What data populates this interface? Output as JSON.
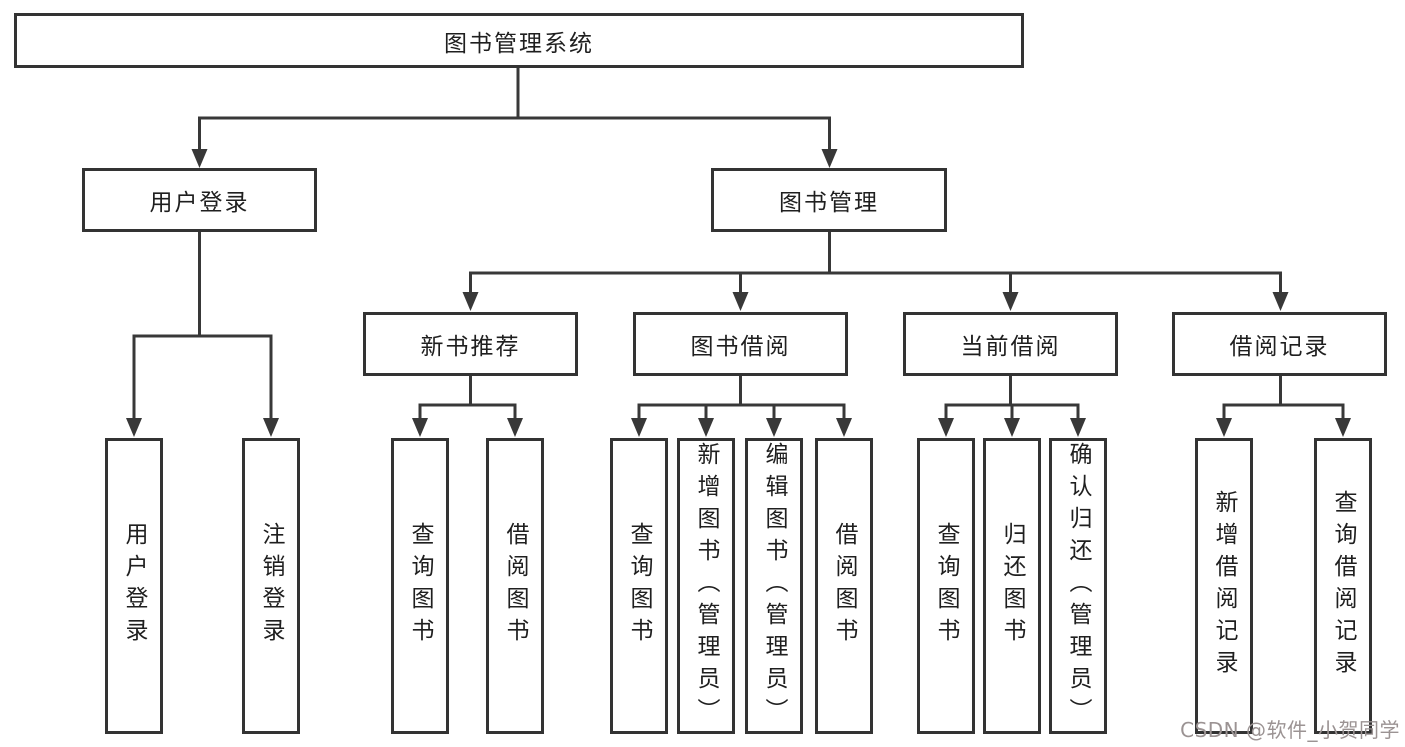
{
  "tree": {
    "label": "图书管理系统",
    "children": [
      {
        "label": "用户登录",
        "children": [
          {
            "label": "用户登录"
          },
          {
            "label": "注销登录"
          }
        ]
      },
      {
        "label": "图书管理",
        "children": [
          {
            "label": "新书推荐",
            "children": [
              {
                "label": "查询图书"
              },
              {
                "label": "借阅图书"
              }
            ]
          },
          {
            "label": "图书借阅",
            "children": [
              {
                "label": "查询图书"
              },
              {
                "label": "新增图书（管理员）"
              },
              {
                "label": "编辑图书（管理员）"
              },
              {
                "label": "借阅图书"
              }
            ]
          },
          {
            "label": "当前借阅",
            "children": [
              {
                "label": "查询图书"
              },
              {
                "label": "归还图书"
              },
              {
                "label": "确认归还（管理员）"
              }
            ]
          },
          {
            "label": "借阅记录",
            "children": [
              {
                "label": "新增借阅记录"
              },
              {
                "label": "查询借阅记录"
              }
            ]
          }
        ]
      }
    ]
  },
  "watermark": {
    "text": "CSDN @软件_小贺同学",
    "color": "#9b9393"
  },
  "colors": {
    "background": "#ffffff",
    "box_border": "#333333",
    "connector_line": "#383838",
    "text": "#1f1f1f"
  }
}
